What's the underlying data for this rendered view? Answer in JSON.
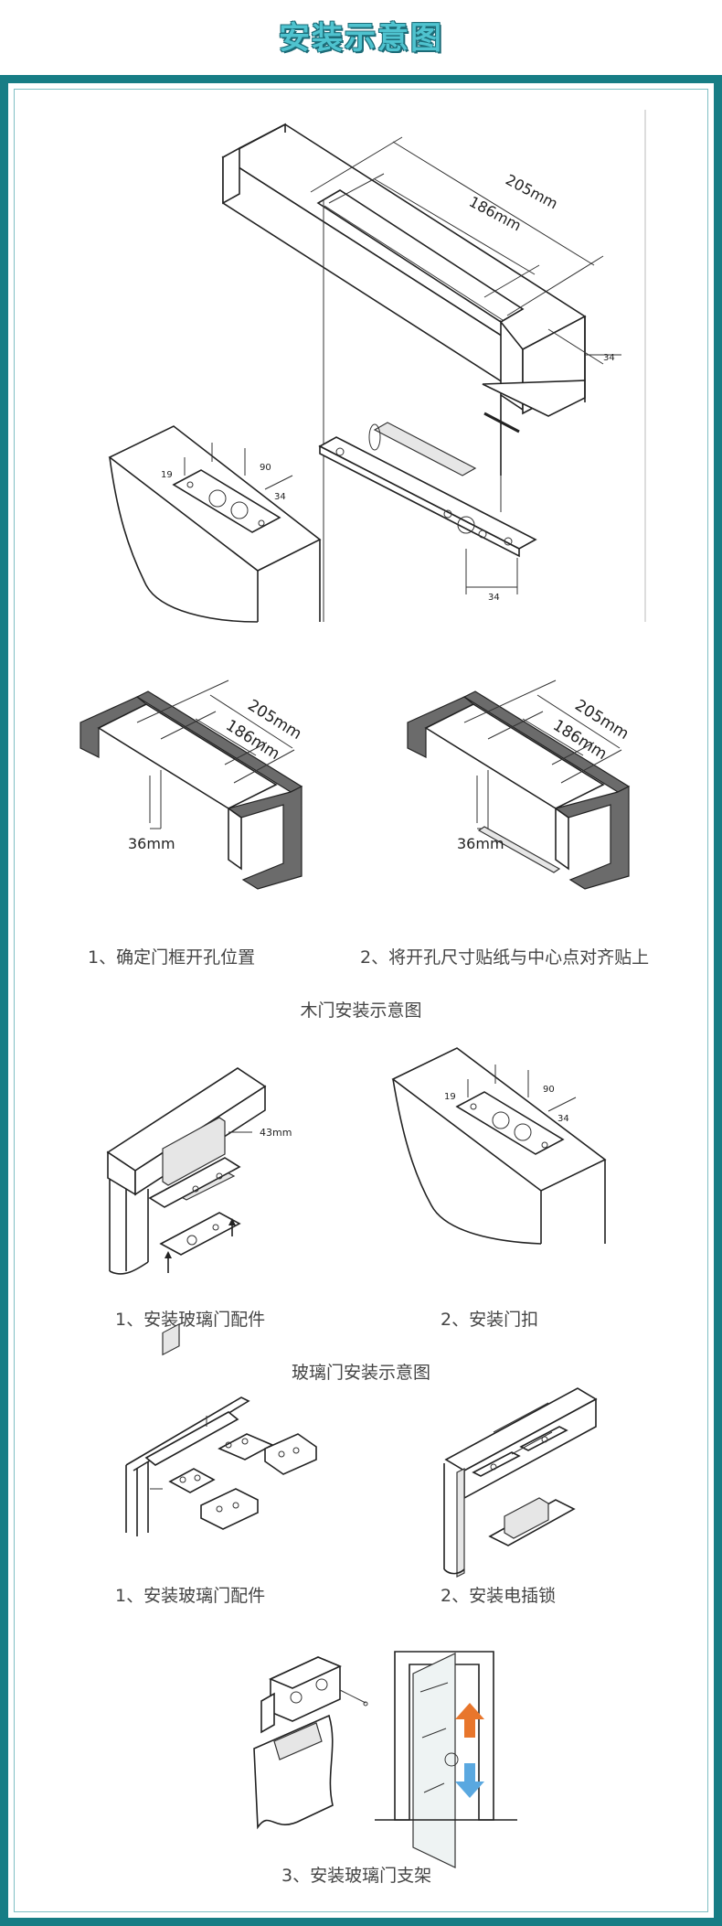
{
  "page_title": "安装示意图",
  "top_diagram": {
    "dim_overall": "205mm",
    "dim_hole": "186mm",
    "dim_depth": "34",
    "door_dim_19": "19",
    "door_dim_90": "90",
    "door_dim_34": "34",
    "plate_dim_34": "34"
  },
  "frame_steps": {
    "step1": {
      "dim_overall": "205mm",
      "dim_hole": "186mm",
      "dim_width": "36mm",
      "caption": "1、确定门框开孔位置"
    },
    "step2": {
      "dim_overall": "205mm",
      "dim_hole": "186mm",
      "dim_width": "36mm",
      "caption": "2、将开孔尺寸贴纸与中心点对齐贴上"
    }
  },
  "wood_section": {
    "title": "木门安装示意图",
    "step1": {
      "dim": "43mm",
      "caption": "1、安装玻璃门配件"
    },
    "step2": {
      "dim_19": "19",
      "dim_90": "90",
      "dim_34": "34",
      "caption": "2、安装门扣"
    }
  },
  "glass_section": {
    "title": "玻璃门安装示意图",
    "step1": {
      "caption": "1、安装玻璃门配件"
    },
    "step2": {
      "caption": "2、安装电插锁"
    },
    "step3": {
      "caption": "3、安装玻璃门支架"
    }
  },
  "colors": {
    "accent": "#177d85",
    "title_fill": "#4fc3cf",
    "arrow_up": "#e8762c",
    "arrow_down": "#5aa8e0"
  }
}
